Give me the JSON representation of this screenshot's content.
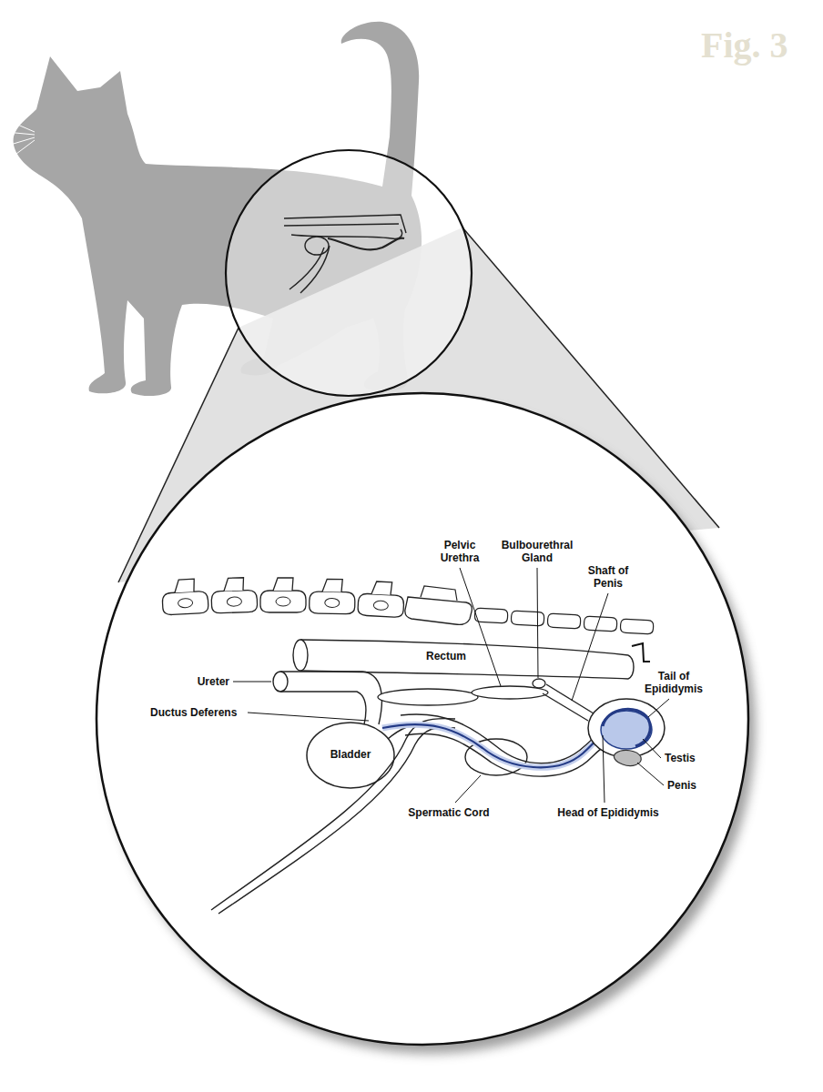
{
  "diagram": {
    "labels": [
      "Fig. 3",
      "Pelvic Urethra",
      "Bulbourethral Gland",
      "Shaft of Penis",
      "Rectum",
      "Ureter",
      "Tail of Epididymis",
      "Ductus Deferens",
      "Bladder",
      "Testis",
      "Penis",
      "Spermatic Cord",
      "Head of Epididymis"
    ]
  }
}
